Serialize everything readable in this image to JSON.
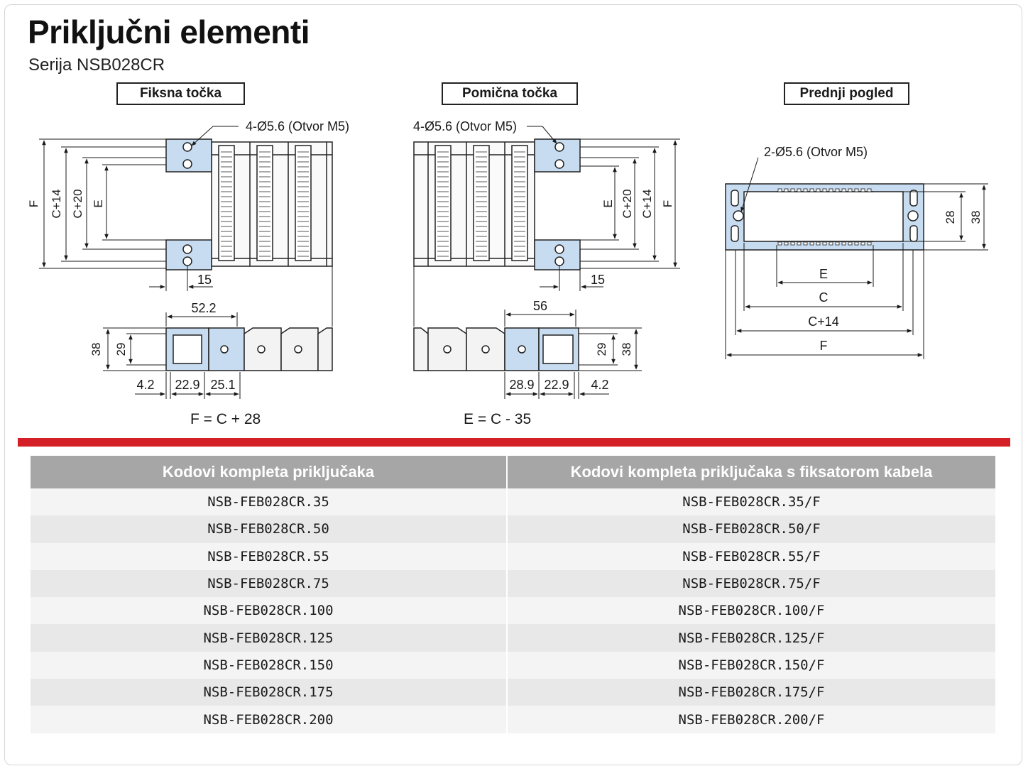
{
  "header": {
    "title": "Priključni elementi",
    "subtitle": "Serija NSB028CR"
  },
  "sections": {
    "fixed": "Fiksna točka",
    "moving": "Pomična točka",
    "front": "Prednji pogled"
  },
  "labels": {
    "hole4": "4-Ø5.6 (Otvor M5)",
    "hole2": "2-Ø5.6 (Otvor M5)",
    "F": "F",
    "C14": "C+14",
    "C20": "C+20",
    "E": "E",
    "C": "C",
    "d15": "15",
    "d52_2": "52.2",
    "d56": "56",
    "d38": "38",
    "d29": "29",
    "d28": "28",
    "d4_2": "4.2",
    "d22_9": "22.9",
    "d25_1": "25.1",
    "d28_9": "28.9"
  },
  "formulas": {
    "fixed": "F = C + 28",
    "moving": "E = C - 35"
  },
  "colors": {
    "accent_red": "#d41f26",
    "bracket_blue": "#c7dcf0",
    "table_header": "#a6a6a6"
  },
  "table": {
    "headers": [
      "Kodovi kompleta priključaka",
      "Kodovi kompleta priključaka s fiksatorom kabela"
    ],
    "rows": [
      [
        "NSB-FEB028CR.35",
        "NSB-FEB028CR.35/F"
      ],
      [
        "NSB-FEB028CR.50",
        "NSB-FEB028CR.50/F"
      ],
      [
        "NSB-FEB028CR.55",
        "NSB-FEB028CR.55/F"
      ],
      [
        "NSB-FEB028CR.75",
        "NSB-FEB028CR.75/F"
      ],
      [
        "NSB-FEB028CR.100",
        "NSB-FEB028CR.100/F"
      ],
      [
        "NSB-FEB028CR.125",
        "NSB-FEB028CR.125/F"
      ],
      [
        "NSB-FEB028CR.150",
        "NSB-FEB028CR.150/F"
      ],
      [
        "NSB-FEB028CR.175",
        "NSB-FEB028CR.175/F"
      ],
      [
        "NSB-FEB028CR.200",
        "NSB-FEB028CR.200/F"
      ]
    ]
  }
}
